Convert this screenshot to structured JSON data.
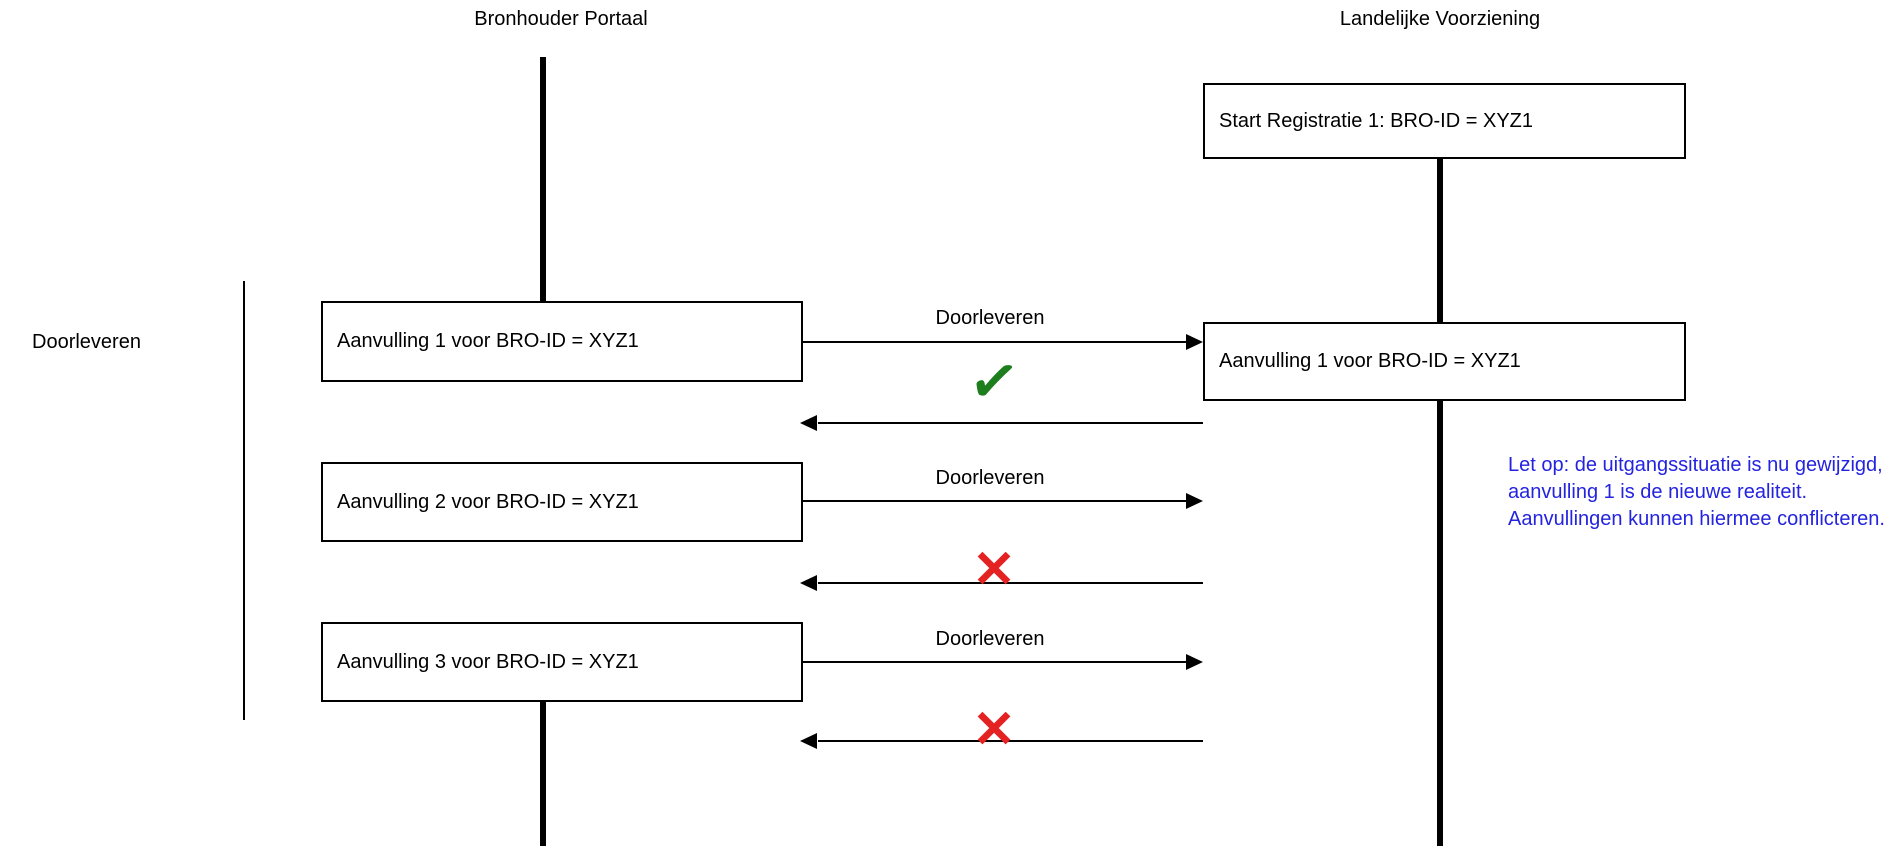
{
  "titles": {
    "left": "Bronhouder Portaal",
    "right": "Landelijke Voorziening"
  },
  "group": {
    "label": "Doorleveren"
  },
  "boxes": {
    "start_registratie": "Start Registratie 1: BRO-ID = XYZ1",
    "aanvulling1_left": "Aanvulling 1 voor BRO-ID = XYZ1",
    "aanvulling1_right": "Aanvulling 1 voor BRO-ID = XYZ1",
    "aanvulling2_left": "Aanvulling 2 voor BRO-ID = XYZ1",
    "aanvulling3_left": "Aanvulling 3 voor BRO-ID = XYZ1"
  },
  "arrows": [
    {
      "label": "Doorleveren",
      "result": "success"
    },
    {
      "label": "Doorleveren",
      "result": "failure"
    },
    {
      "label": "Doorleveren",
      "result": "failure"
    }
  ],
  "marks": {
    "success": "✓",
    "failure": "✕"
  },
  "note": {
    "text": "Let op: de uitgangssituatie is nu gewijzigd, aanvulling 1 is de nieuwe realiteit. Aanvullingen kunnen hiermee conflicteren."
  },
  "colors": {
    "success": "#1e7e1e",
    "failure": "#e52222",
    "note": "#2323e0",
    "line": "#000000"
  }
}
